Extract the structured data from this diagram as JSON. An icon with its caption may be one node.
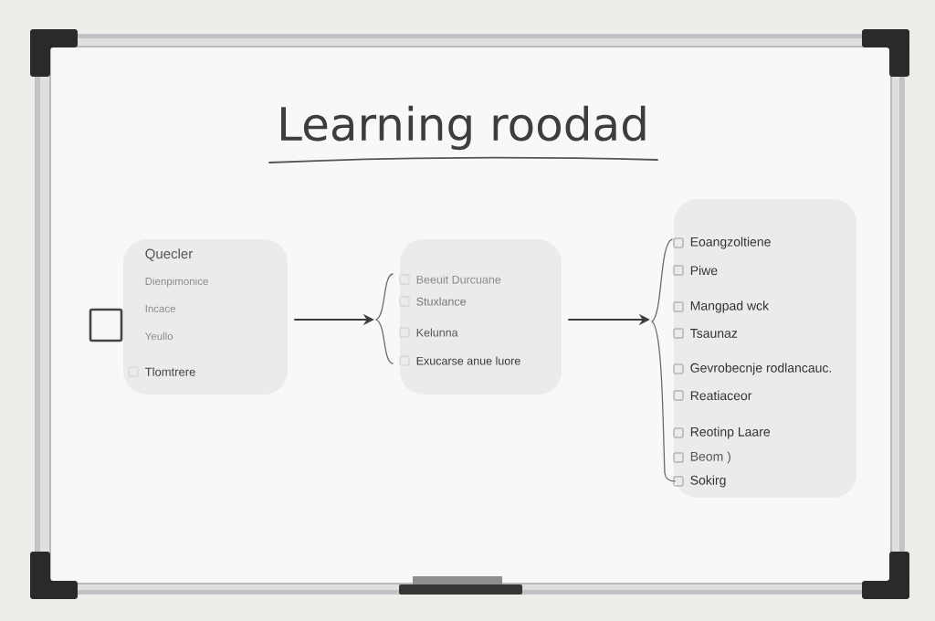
{
  "diagram": {
    "title": "Learning roodad",
    "nodes": [
      {
        "text": [],
        "shape": "box"
      },
      {
        "text": [
          "Quecler",
          "Dienpimonice",
          "Incace",
          "Yeullo",
          "Tlomtrere"
        ]
      },
      {
        "text": [
          "Beeuit Durcuane",
          "Stuxlance",
          "Kelunna",
          "Exucarse anue luore"
        ]
      },
      {
        "text": [
          "Eoangzoltiene",
          "Piwe",
          "Mangpad wck",
          "Tsaunaz",
          "Gevrobecnje rodlancauc.",
          "Reatiaceor",
          "Reotinp Laare",
          "Beom )",
          "Sokirg"
        ]
      }
    ],
    "edges": [
      {
        "from": 1,
        "to": 2,
        "arrow": "to"
      },
      {
        "from": 2,
        "to": 3,
        "arrow": "to"
      }
    ]
  }
}
